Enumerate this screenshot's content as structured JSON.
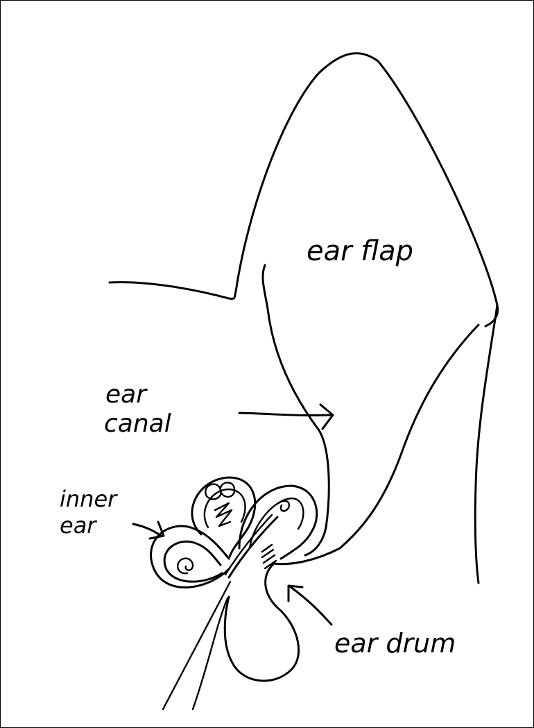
{
  "labels": {
    "ear_flap": "ear flap",
    "ear_canal_1": "ear",
    "ear_canal_2": "canal",
    "inner_ear_1": "inner",
    "inner_ear_2": "ear",
    "ear_drum": "ear drum"
  },
  "colors": {
    "ink": "#000000",
    "paper": "#ffffff"
  }
}
